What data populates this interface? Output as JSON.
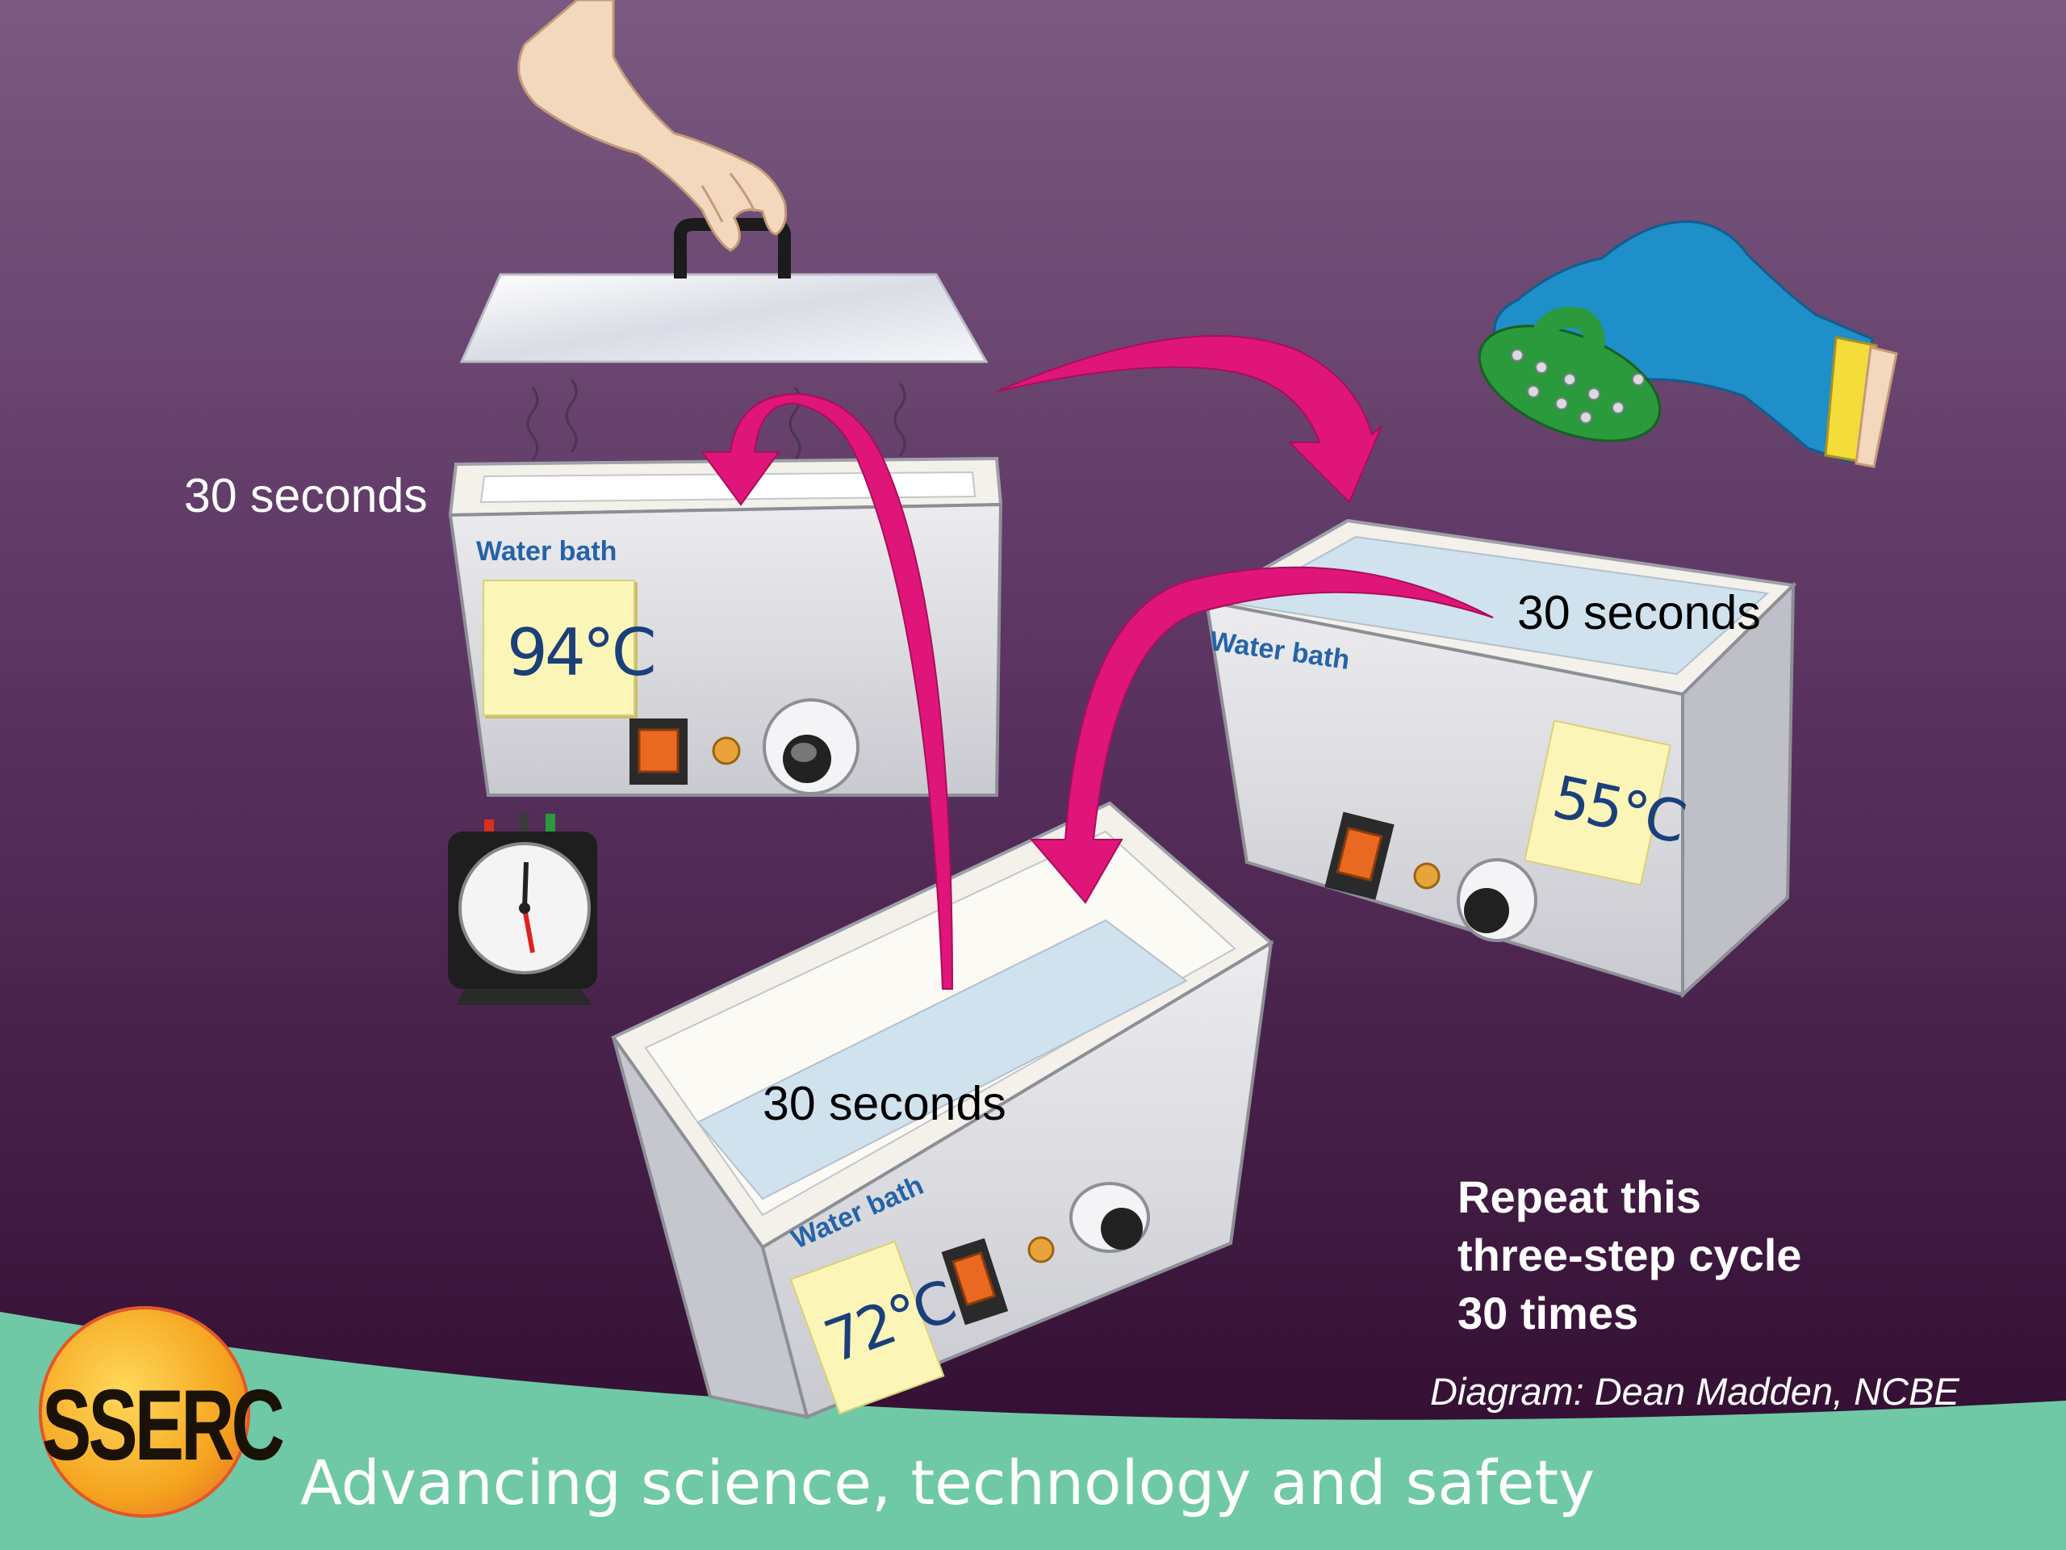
{
  "labels": {
    "step_top_left": "30 seconds",
    "step_right": "30 seconds",
    "step_bottom": "30 seconds"
  },
  "baths": {
    "bath_94": {
      "brand": "Water bath",
      "temperature": "94°C"
    },
    "bath_55": {
      "brand": "Water bath",
      "temperature": "55°C"
    },
    "bath_72": {
      "brand": "Water bath",
      "temperature": "72°C"
    }
  },
  "instruction": {
    "line1": "Repeat this",
    "line2": "three-step cycle",
    "line3": "30 times"
  },
  "credit": "Diagram: Dean Madden, NCBE",
  "footer": {
    "logo": "SSERC",
    "slogan": "Advancing science, technology and safety"
  },
  "colors": {
    "background_top": "#7a5a80",
    "background_bottom": "#2e0a2c",
    "arrow": "#e0157a",
    "footer_band": "#6fc9a6",
    "note_paper": "#fbf6b8",
    "bath_body": "#dcdde2",
    "glove": "#1e8fc8",
    "logo_ring": "#f5a31e"
  }
}
